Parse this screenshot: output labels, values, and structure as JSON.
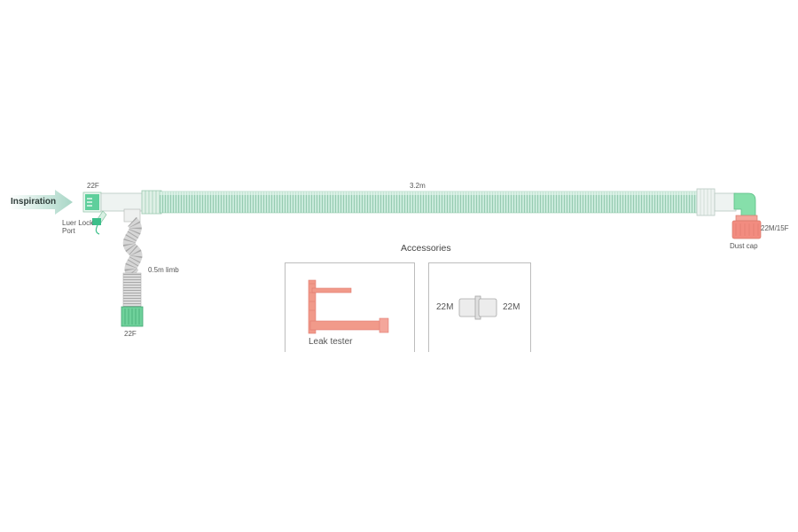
{
  "labels": {
    "inspiration": "Inspiration",
    "port_22f_top": "22F",
    "luer_lock_port": "Luer Lock\nPort",
    "tube_length": "3.2m",
    "limb": "0.5m limb",
    "port_22f_bottom": "22F",
    "port_22m_15f": "22M/15F",
    "dust_cap": "Dust cap",
    "accessories": "Accessories",
    "leak_tester": "Leak tester",
    "connector_left": "22M",
    "connector_right": "22M"
  },
  "colors": {
    "tube": "#bfe3d0",
    "tube_line": "#8fc7ab",
    "green_accent": "#3cbf8a",
    "elbow_green": "#86dfaa",
    "dust_cap": "#f28c80",
    "leak_tester": "#f19a8a",
    "arrow": "#cfe8df",
    "connector": "#e4e4e4",
    "box_border": "#bdbdbd"
  }
}
